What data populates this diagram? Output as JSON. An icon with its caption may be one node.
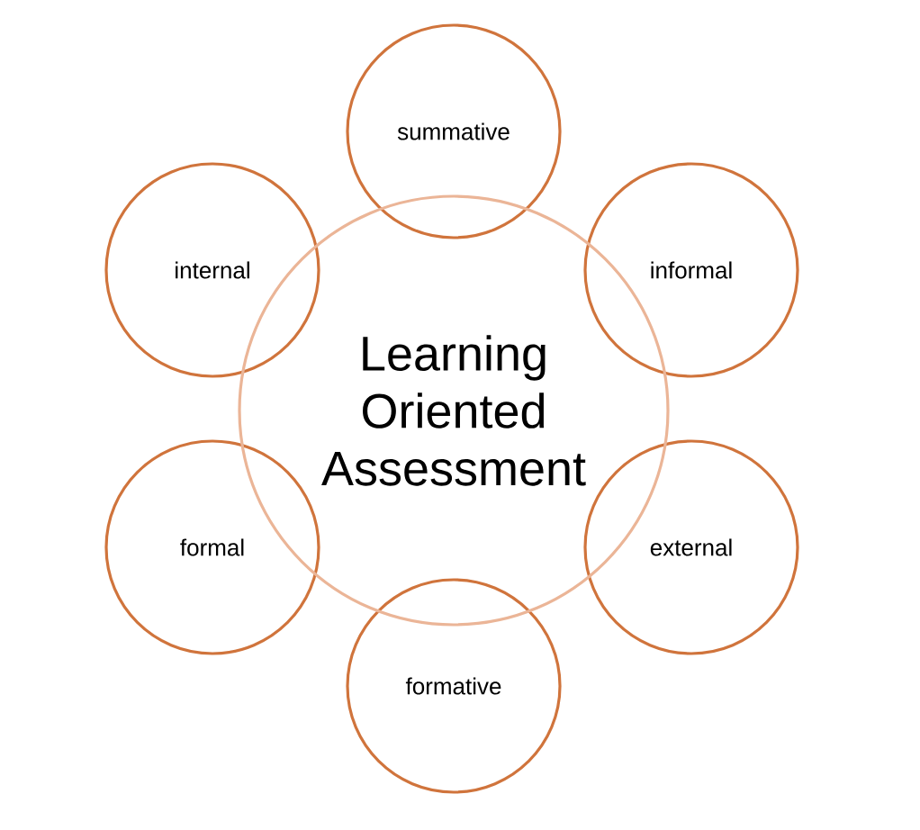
{
  "diagram": {
    "nodes": [
      {
        "text": [
          "Learning Oriented Assessment"
        ]
      },
      {
        "text": [
          "summative"
        ]
      },
      {
        "text": [
          "informal"
        ]
      },
      {
        "text": [
          "external"
        ]
      },
      {
        "text": [
          "formative"
        ]
      },
      {
        "text": [
          "formal"
        ]
      },
      {
        "text": [
          "internal"
        ]
      }
    ]
  }
}
